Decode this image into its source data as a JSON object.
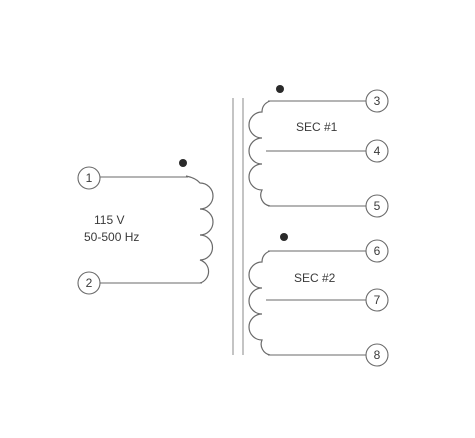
{
  "primary": {
    "voltage": "115 V",
    "frequency": "50-500 Hz",
    "pins": [
      "1",
      "2"
    ]
  },
  "secondary1": {
    "label": "SEC #1",
    "pins": [
      "3",
      "4",
      "5"
    ]
  },
  "secondary2": {
    "label": "SEC #2",
    "pins": [
      "6",
      "7",
      "8"
    ]
  },
  "colors": {
    "line": "#6a6a6a",
    "text": "#3a3a3a",
    "dot": "#2a2a2a"
  }
}
